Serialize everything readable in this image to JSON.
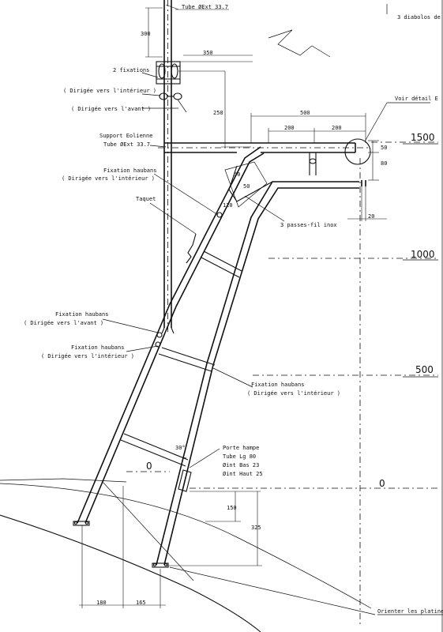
{
  "annotations": {
    "tube_top": "Tube ØExt 33.7",
    "diabolos": "3 diabolos de",
    "fixations2": "2 fixations",
    "dirigee_interieur_1": "( Dirigée vers l'intérieur )",
    "dirigee_avant_1": "( Dirigée vers l'avant )",
    "support_eolienne": "Support Eolienne",
    "tube_support": "Tube ØExt 33.7",
    "voir_detail": "Voir détail E",
    "fixation_haubans_1": "Fixation haubans",
    "dirigee_interieur_2": "( Dirigée vers l'intérieur )",
    "taquet": "Taquet",
    "passes_fil": "3 passes-fil inox",
    "fixation_haubans_2": "Fixation haubans",
    "dirigee_avant_2": "( Dirigée vers l'avant )",
    "fixation_haubans_3": "Fixation haubans",
    "dirigee_interieur_3": "( Dirigée vers l'intérieur )",
    "fixation_haubans_4": "Fixation haubans",
    "dirigee_interieur_4": "( Dirigée vers l'intérieur )",
    "porte_hampe": "Porte hampe",
    "tube_lg": "Tube Lg 80",
    "int_bas": "Øint Bas 23",
    "int_haut": "Øint Haut 25",
    "orienter": "Orienter les platines"
  },
  "dimensions": {
    "d300": "300",
    "d350": "350",
    "d250": "250",
    "d500": "500",
    "d200a": "200",
    "d200b": "200",
    "d50a": "50",
    "d80": "80",
    "d20": "20",
    "d50b": "50",
    "d50c": "50",
    "d120": "120",
    "d30deg": "30°",
    "d150": "150",
    "d325": "325",
    "d180": "180",
    "d165": "165"
  },
  "levels": {
    "l1500": "1500",
    "l1000": "1000",
    "l500": "500",
    "l0_right": "0",
    "l0_left": "0"
  }
}
